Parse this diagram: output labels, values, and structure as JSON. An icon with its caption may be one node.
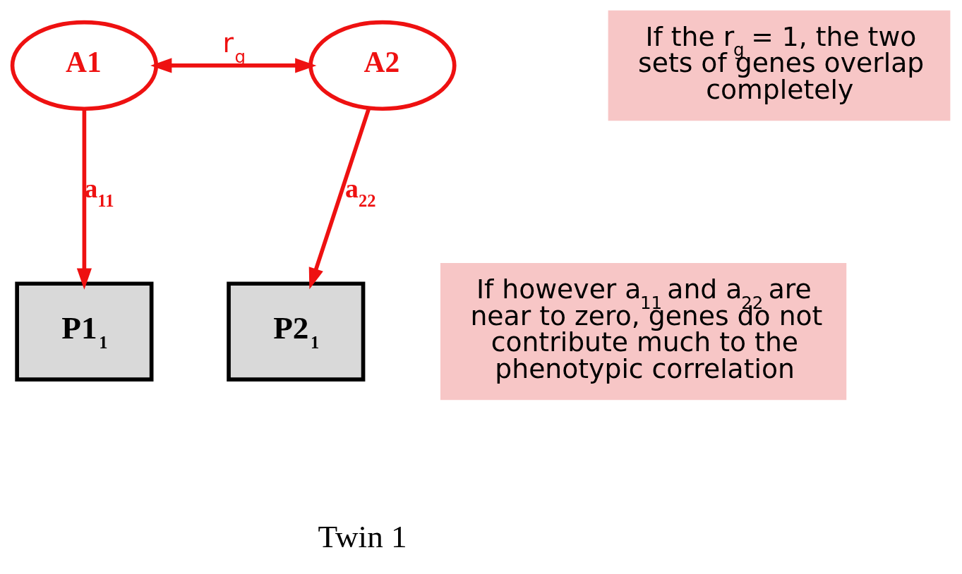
{
  "diagram": {
    "nodes": [
      {
        "text": [
          "A1"
        ]
      },
      {
        "text": [
          "A2"
        ]
      },
      {
        "text": [
          "P1$_{1}$"
        ]
      },
      {
        "text": [
          "P2$_{1}$"
        ]
      },
      {
        "text": [
          "If the r$_{g}$ = 1, the two sets of genes overlap completely"
        ]
      },
      {
        "text": [
          "If however a$_{11}$ and a$_{22}$ are near to zero, genes do not contribute much to the phenotypic correlation"
        ]
      }
    ],
    "edges": [
      {
        "from": 0,
        "to": 1,
        "arrow": "both",
        "label": "r$_{g}$"
      },
      {
        "from": 0,
        "to": 2,
        "arrow": "to",
        "label": "a$_{11}$"
      },
      {
        "from": 1,
        "to": 3,
        "arrow": "to",
        "label": "a$_{22}$"
      }
    ],
    "labels": [
      "Twin 1"
    ]
  }
}
